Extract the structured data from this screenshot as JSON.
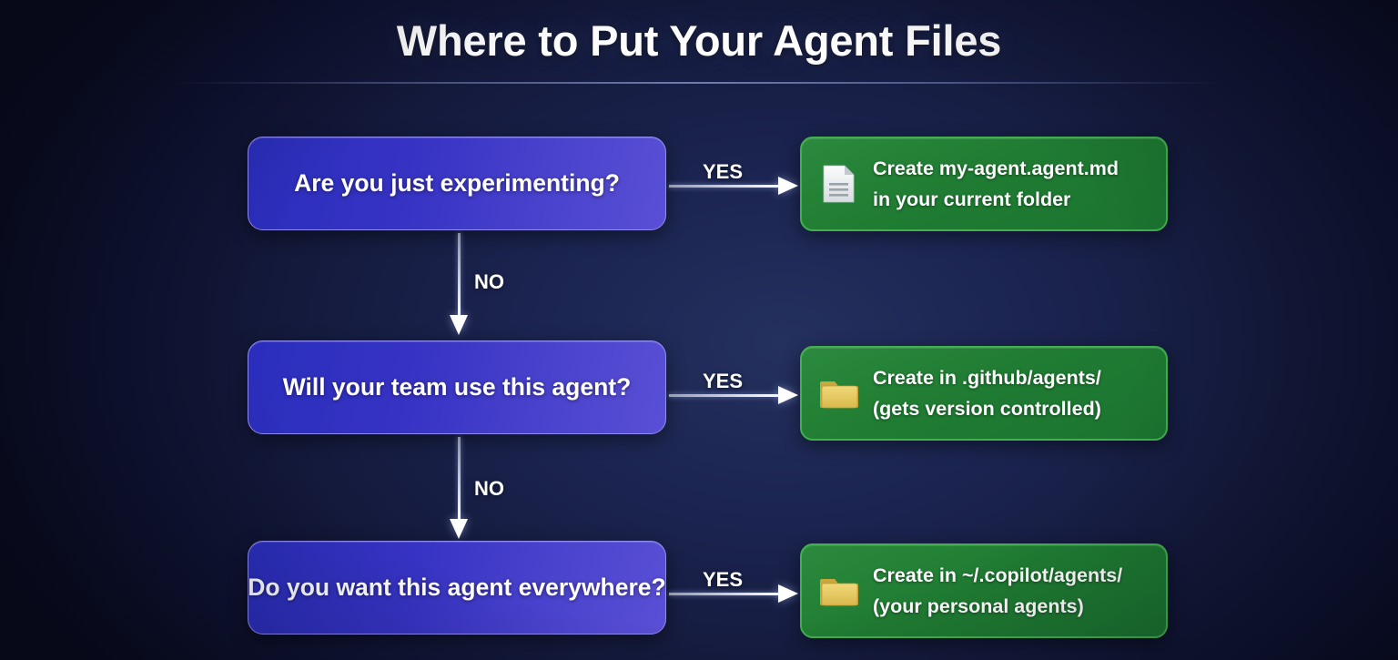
{
  "header": {
    "title": "Where to Put Your Agent Files"
  },
  "colors": {
    "background_dark": "#090b1e",
    "background_mid": "#24305e",
    "decision_gradient_start": "#2a2ebc",
    "decision_gradient_end": "#5a4fd6",
    "decision_border": "#8f8cf0",
    "result_background": "#1f7c32",
    "result_border": "#41b04d",
    "arrow": "#ffffff",
    "text": "#ffffff",
    "folder_icon": "#e8c75f",
    "document_icon": "#eceff1"
  },
  "flow": {
    "decisions": [
      {
        "id": "experimenting",
        "label": "Are you just experimenting?"
      },
      {
        "id": "team-use",
        "label": "Will your team use this agent?"
      },
      {
        "id": "everywhere",
        "label": "Do you want this agent everywhere?"
      }
    ],
    "results": [
      {
        "id": "current-folder",
        "icon": "document-icon",
        "line1": "Create my-agent.agent.md",
        "line2": "in your current folder"
      },
      {
        "id": "github-agents",
        "icon": "folder-icon",
        "line1": "Create in .github/agents/",
        "line2": "(gets version controlled)"
      },
      {
        "id": "copilot-agents",
        "icon": "folder-icon",
        "line1": "Create in ~/.copilot/agents/",
        "line2": "(your personal agents)"
      }
    ],
    "yes_labels": [
      "YES",
      "YES",
      "YES"
    ],
    "no_labels": [
      "NO",
      "NO"
    ]
  }
}
